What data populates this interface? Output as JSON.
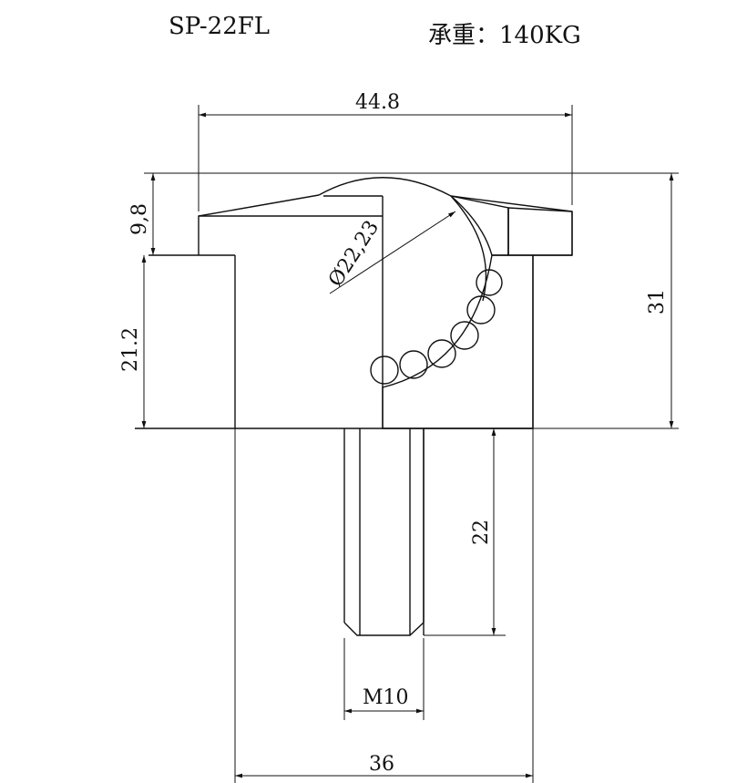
{
  "header": {
    "model": "SP-22FL",
    "load": "承重：140KG"
  },
  "dimensions": {
    "overall_width": "44.8",
    "flange_height": "9,8",
    "body_height": "21.2",
    "total_height": "31",
    "ball_diameter": "Ø22,23",
    "stud_length": "22",
    "thread": "M10",
    "body_width": "36"
  }
}
